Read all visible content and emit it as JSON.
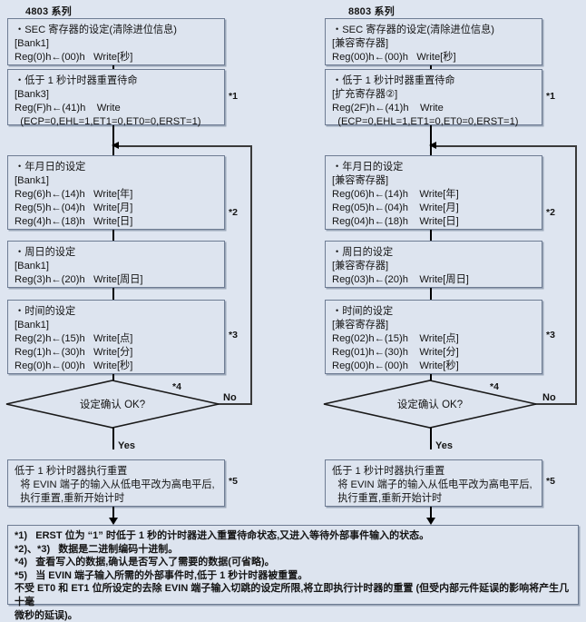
{
  "columns": [
    {
      "id": "col-4803",
      "title": "4803 系列",
      "boxes": [
        {
          "name": "sec-register-setting",
          "lines": [
            "・SEC 寄存器的设定(清除进位信息)",
            "[Bank1]",
            "Reg(0)h←(00)h   Write[秒]"
          ],
          "note": ""
        },
        {
          "name": "sub-second-timer-reset-standby",
          "lines": [
            "・低于 1 秒计时器重置待命",
            "[Bank3]",
            "Reg(F)h←(41)h    Write",
            "  (ECP=0,EHL=1,ET1=0,ET0=0,ERST=1)"
          ],
          "note": "*1"
        },
        {
          "name": "year-month-day-setting",
          "lines": [
            "・年月日的设定",
            "[Bank1]",
            "Reg(6)h←(14)h   Write[年]",
            "Reg(5)h←(04)h   Write[月]",
            "Reg(4)h←(18)h   Write[日]"
          ],
          "note": "*2"
        },
        {
          "name": "weekday-setting",
          "lines": [
            "・周日的设定",
            "[Bank1]",
            "Reg(3)h←(20)h   Write[周日]"
          ],
          "note": ""
        },
        {
          "name": "time-setting",
          "lines": [
            "・时间的设定",
            "[Bank1]",
            "Reg(2)h←(15)h   Write[点]",
            "Reg(1)h←(30)h   Write[分]",
            "Reg(0)h←(00)h   Write[秒]"
          ],
          "note": "*3"
        }
      ],
      "decision": {
        "name": "setting-confirm-decision",
        "label": "设定确认 OK?",
        "note": "*4",
        "yes_label": "Yes",
        "no_label": "No"
      },
      "final_box": {
        "name": "sub-second-timer-execute-reset",
        "lines": [
          "低于 1 秒计时器执行重置",
          "  将 EVIN 端子的输入从低电平改为高电平后,",
          "  执行重置,重新开始计时"
        ],
        "note": "*5"
      }
    },
    {
      "id": "col-8803",
      "title": "8803 系列",
      "boxes": [
        {
          "name": "sec-register-setting",
          "lines": [
            "・SEC 寄存器的设定(清除进位信息)",
            "[兼容寄存器]",
            "Reg(00)h←(00)h   Write[秒]"
          ],
          "note": ""
        },
        {
          "name": "sub-second-timer-reset-standby",
          "lines": [
            "・低于 1 秒计时器重置待命",
            "[扩充寄存器②]",
            "Reg(2F)h←(41)h    Write",
            "  (ECP=0,EHL=1,ET1=0,ET0=0,ERST=1)"
          ],
          "note": "*1"
        },
        {
          "name": "year-month-day-setting",
          "lines": [
            "・年月日的设定",
            "[兼容寄存器]",
            "Reg(06)h←(14)h    Write[年]",
            "Reg(05)h←(04)h    Write[月]",
            "Reg(04)h←(18)h    Write[日]"
          ],
          "note": "*2"
        },
        {
          "name": "weekday-setting",
          "lines": [
            "・周日的设定",
            "[兼容寄存器]",
            "Reg(03)h←(20)h    Write[周日]"
          ],
          "note": ""
        },
        {
          "name": "time-setting",
          "lines": [
            "・时间的设定",
            "[兼容寄存器]",
            "Reg(02)h←(15)h    Write[点]",
            "Reg(01)h←(30)h    Write[分]",
            "Reg(00)h←(00)h    Write[秒]"
          ],
          "note": "*3"
        }
      ],
      "decision": {
        "name": "setting-confirm-decision",
        "label": "设定确认 OK?",
        "note": "*4",
        "yes_label": "Yes",
        "no_label": "No"
      },
      "final_box": {
        "name": "sub-second-timer-execute-reset",
        "lines": [
          "低于 1 秒计时器执行重置",
          "  将 EVIN 端子的输入从低电平改为高电平后,",
          "  执行重置,重新开始计时"
        ],
        "note": "*5"
      }
    }
  ],
  "footnotes": [
    "*1)   ERST 位为 “1” 时低于 1 秒的计时器进入重置待命状态,又进入等待外部事件输入的状态。",
    "*2)、*3)   数据是二进制编码十进制。",
    "*4)   查看写入的数据,确认是否写入了需要的数据(可省略)。",
    "*5)   当 EVIN 端子输入所需的外部事件时,低于 1 秒计时器被重置。",
    "不受 ET0 和 ET1 位所设定的去除 EVIN 端子输入切跳的设定所限,将立即执行计时器的重置 (但受内部元件延误的影响将产生几十毫",
    "微秒的延误)。"
  ],
  "colors": {
    "background": "#dee5f0",
    "box_fill": "#dde4ef",
    "box_border": "#6e7c93",
    "line": "#000000",
    "text": "#141414"
  }
}
